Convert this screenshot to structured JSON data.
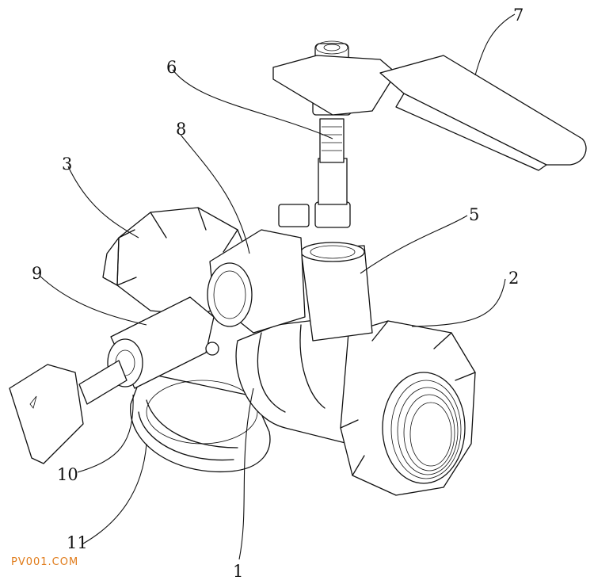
{
  "callouts": {
    "c1": "1",
    "c2": "2",
    "c3": "3",
    "c5": "5",
    "c6": "6",
    "c7": "7",
    "c8": "8",
    "c9": "9",
    "c10": "10",
    "c11": "11"
  },
  "watermark": "PV001.COM",
  "colors": {
    "ink": "#111111",
    "watermark": "#e07b1a"
  }
}
